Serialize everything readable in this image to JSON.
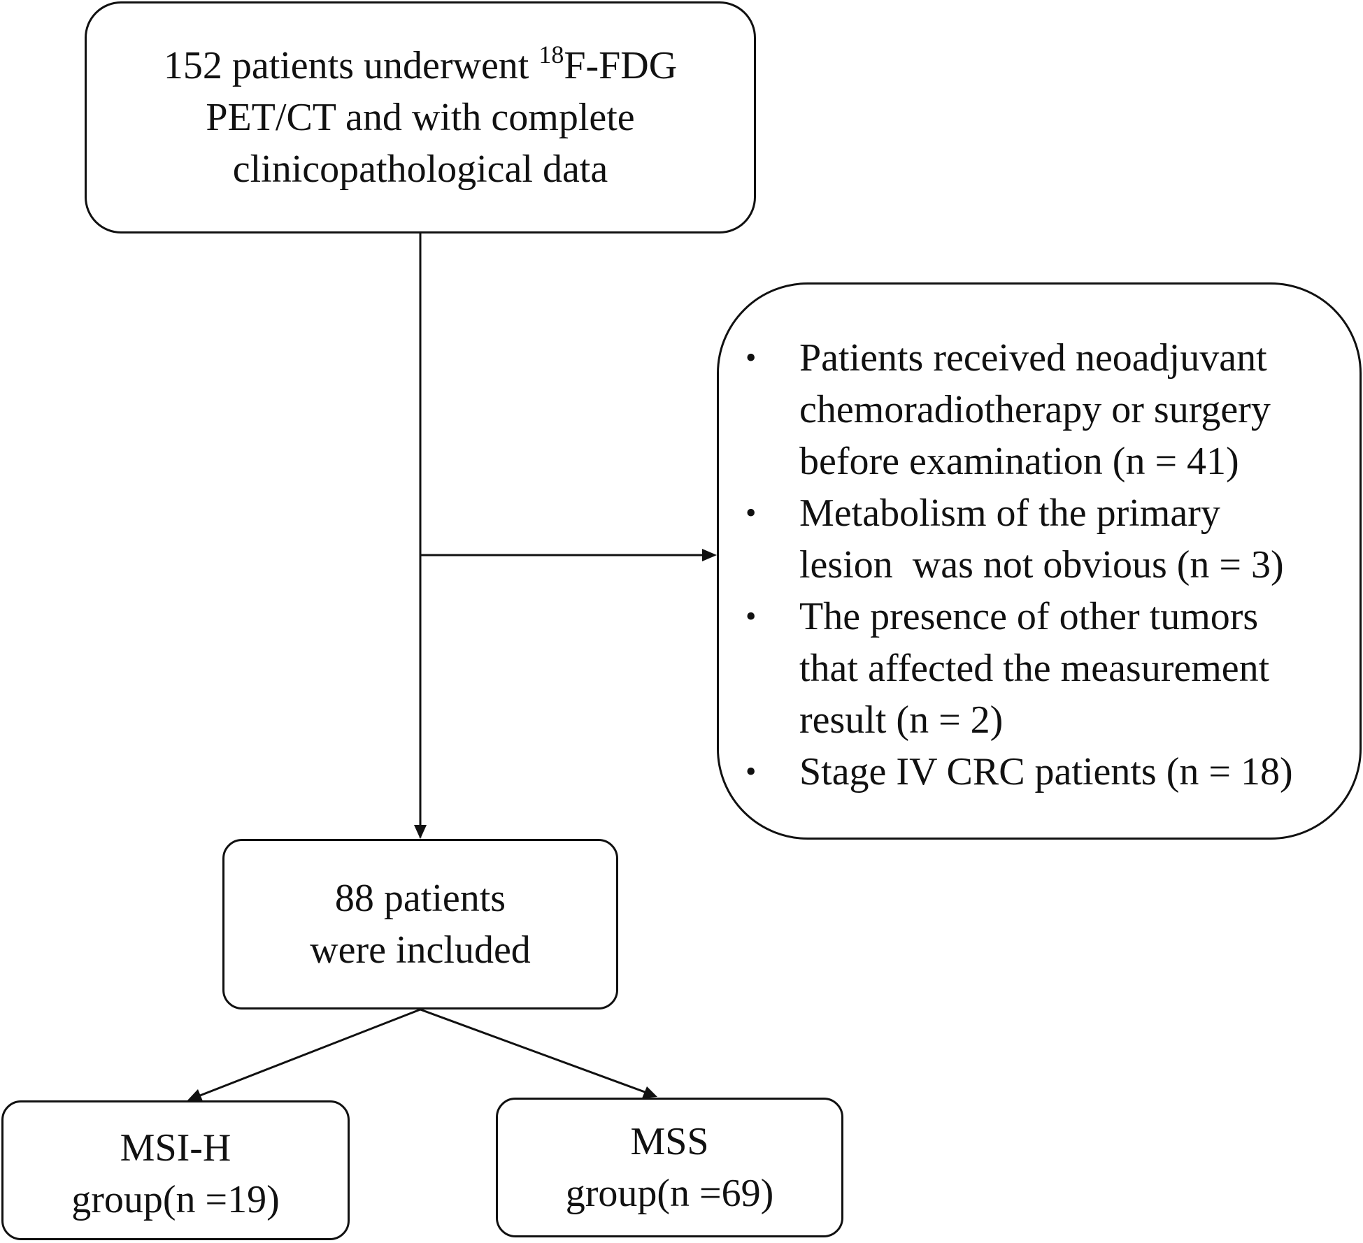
{
  "diagram": {
    "top_box": {
      "lines": [
        {
          "pre": "152 patients underwent ",
          "sup": "18",
          "post": "F-FDG"
        },
        "PET/CT and with complete",
        "clinicopathological data"
      ]
    },
    "exclusion_box": {
      "bullet_symbol": "•",
      "items": [
        {
          "lines": [
            "Patients received neoadjuvant",
            "chemoradiotherapy or surgery",
            "before examination (n = 41)"
          ]
        },
        {
          "lines": [
            "Metabolism of the primary",
            "lesion  was not obvious (n = 3)"
          ]
        },
        {
          "lines": [
            "The presence of other tumors",
            "that affected the measurement",
            "result (n = 2)"
          ]
        },
        {
          "lines": [
            "Stage IV CRC patients (n = 18)"
          ]
        }
      ]
    },
    "included_box": {
      "lines": [
        "88 patients",
        "were included"
      ]
    },
    "groups": [
      {
        "lines": [
          "MSI-H",
          "group(n =19)"
        ]
      },
      {
        "lines": [
          "MSS",
          "group(n =69)"
        ]
      }
    ],
    "colors": {
      "stroke": "#111111",
      "text": "#111111",
      "background": "#ffffff"
    }
  }
}
